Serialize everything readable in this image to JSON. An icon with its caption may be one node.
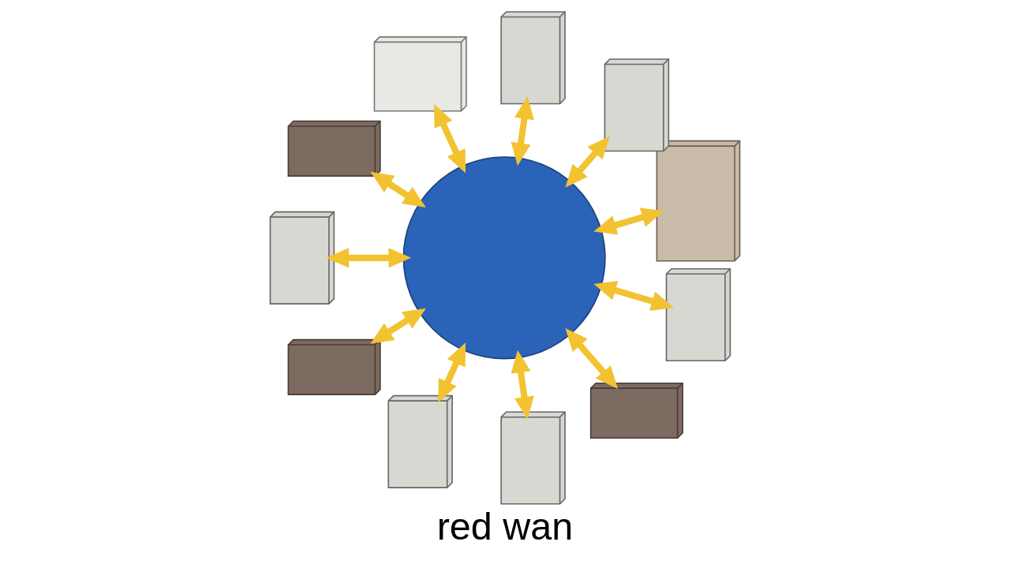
{
  "diagram": {
    "caption": "red wan",
    "nodes": [
      {
        "text": [],
        "shape": "picture"
      },
      {
        "text": [],
        "shape": "picture"
      },
      {
        "text": [],
        "shape": "picture"
      },
      {
        "text": [],
        "shape": "picture"
      },
      {
        "text": [],
        "shape": "picture"
      },
      {
        "text": [],
        "shape": "picture"
      },
      {
        "text": [],
        "shape": "picture"
      },
      {
        "text": [],
        "shape": "picture"
      },
      {
        "text": [],
        "shape": "picture"
      },
      {
        "text": [],
        "shape": "picture"
      },
      {
        "text": [],
        "shape": "picture"
      },
      {
        "text": [],
        "shape": "picture"
      }
    ],
    "edges": [
      {
        "from": 0,
        "to": 1,
        "arrow": "both"
      },
      {
        "from": 0,
        "to": 2,
        "arrow": "both"
      },
      {
        "from": 0,
        "to": 3,
        "arrow": "both"
      },
      {
        "from": 0,
        "to": 4,
        "arrow": "both"
      },
      {
        "from": 0,
        "to": 5,
        "arrow": "both"
      },
      {
        "from": 0,
        "to": 6,
        "arrow": "both"
      },
      {
        "from": 0,
        "to": 7,
        "arrow": "both"
      },
      {
        "from": 0,
        "to": 8,
        "arrow": "both"
      },
      {
        "from": 0,
        "to": 9,
        "arrow": "both"
      },
      {
        "from": 0,
        "to": 10,
        "arrow": "both"
      },
      {
        "from": 0,
        "to": 11,
        "arrow": "both"
      }
    ]
  }
}
